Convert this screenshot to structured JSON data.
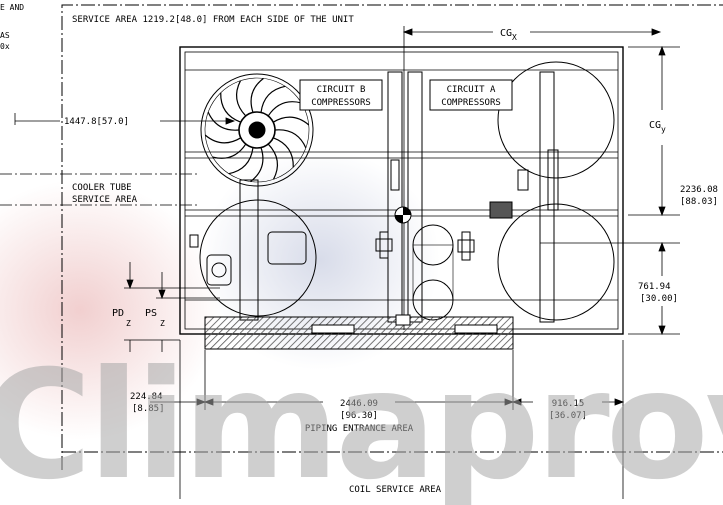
{
  "notes_left": [
    "E AND",
    "AS",
    "0x"
  ],
  "labels": {
    "service_area": "SERVICE AREA 1219.2[48.0] FROM EACH SIDE OF THE UNIT",
    "cgx": "CG",
    "cgx_sub": "X",
    "cgy": "CG",
    "cgy_sub": "y",
    "circuit_b": [
      "CIRCUIT B",
      "COMPRESSORS"
    ],
    "circuit_a": [
      "CIRCUIT A",
      "COMPRESSORS"
    ],
    "cooler_tube": [
      "COOLER TUBE",
      "SERVICE AREA"
    ],
    "pd": "PD",
    "pd_sub": "Z",
    "ps": "PS",
    "ps_sub": "Z",
    "piping": "PIPING ENTRANCE AREA",
    "coil": "COIL SERVICE AREA"
  },
  "dimensions": {
    "left_offset": "1447.8[57.0]",
    "height_total": [
      "2236.08",
      "[88.03]"
    ],
    "height_lower": [
      "761.94",
      "[30.00]"
    ],
    "bottom_left": [
      "224.84",
      "[8.85]"
    ],
    "bottom_center": [
      "2446.09",
      "[96.30]"
    ],
    "bottom_right": [
      "916.15",
      "[36.07]"
    ]
  },
  "watermark": "Climaprove",
  "colors": {
    "watermark_red": "#e6a8a8",
    "watermark_blue": "#b8bfd8",
    "hatch": "#555555"
  }
}
